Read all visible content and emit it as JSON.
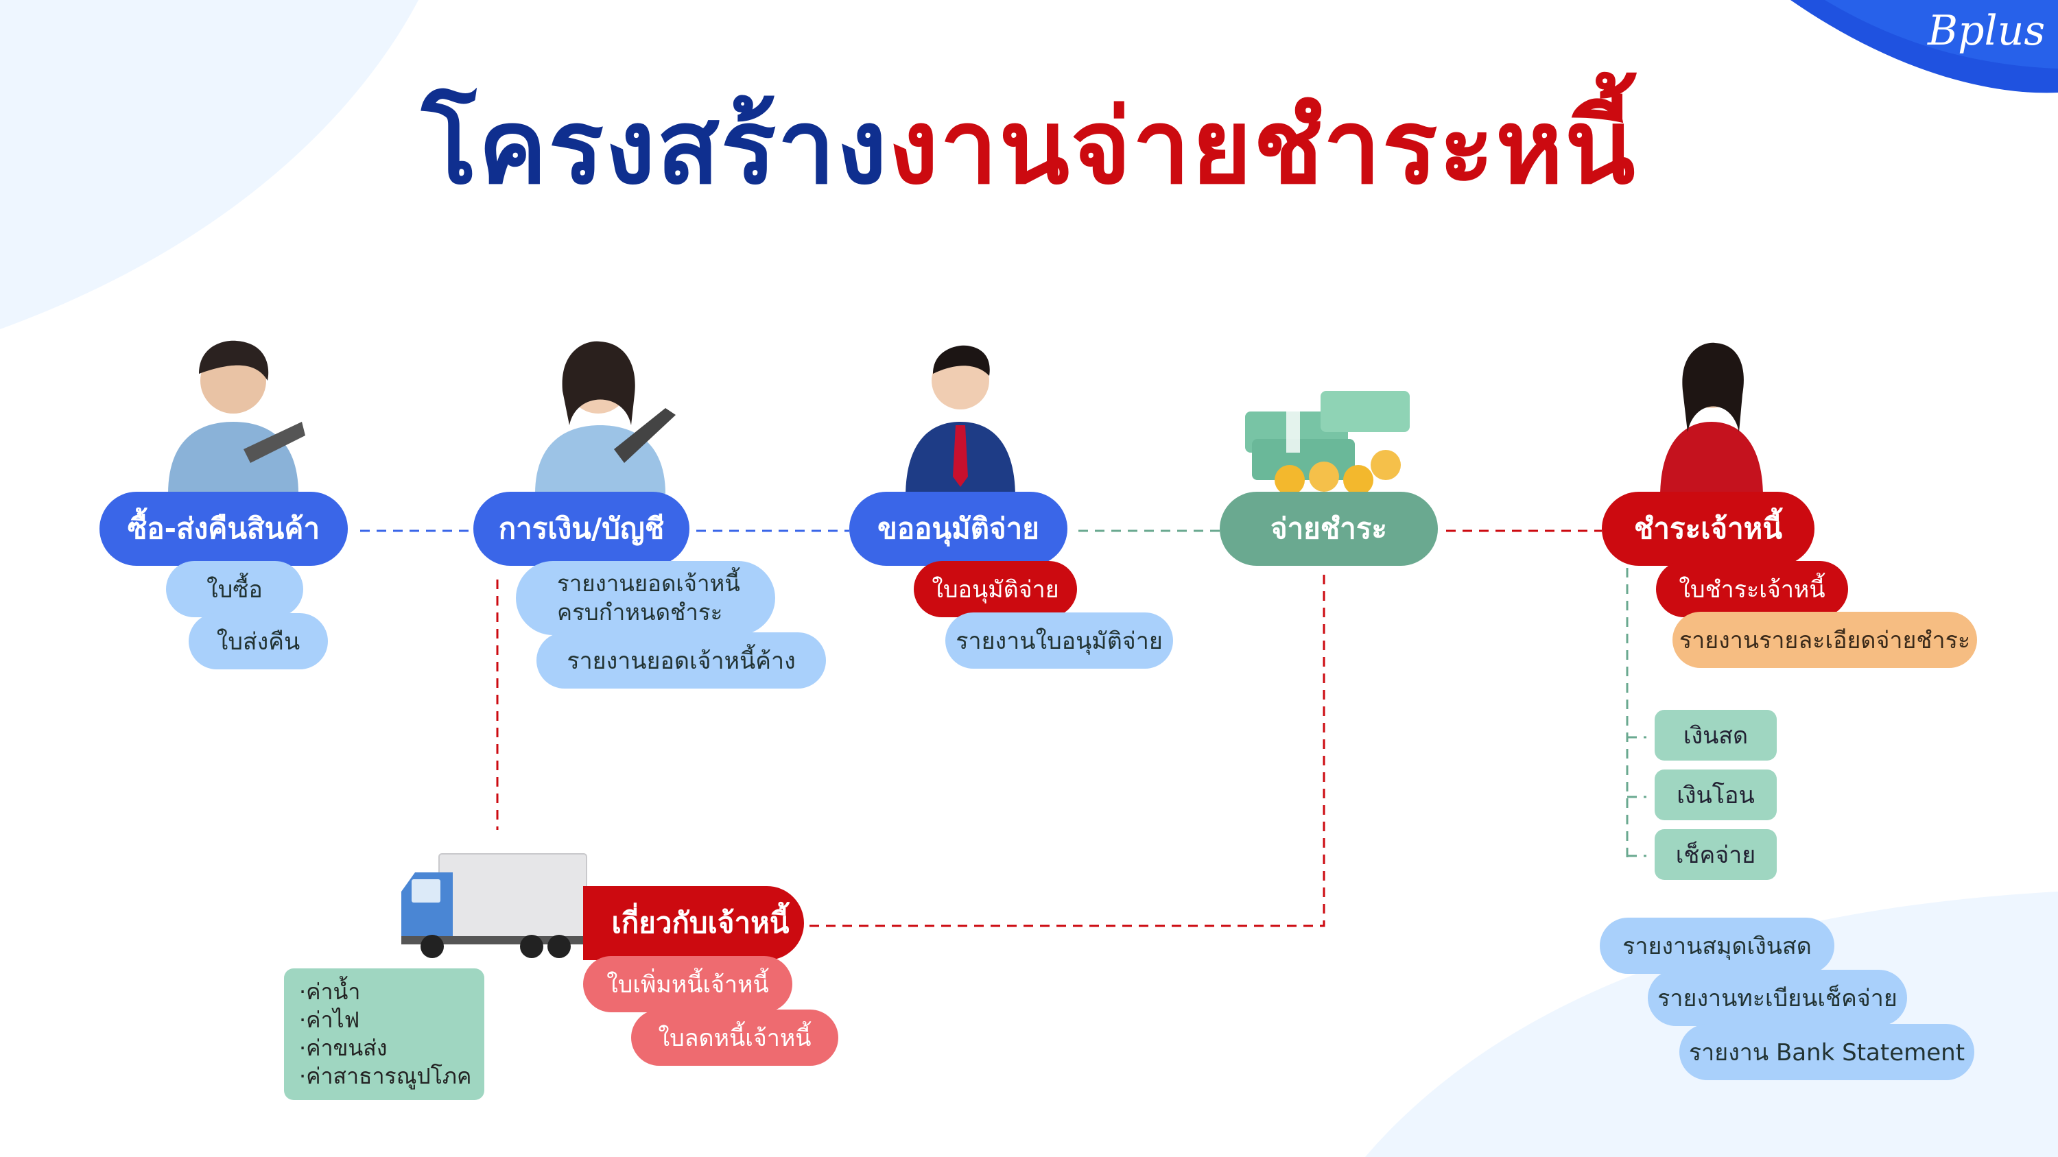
{
  "brand": {
    "logo_text": "Bplus"
  },
  "title": {
    "part1": "โครงสร้าง",
    "part2": "งานจ่ายชำระหนี้",
    "color1": "#0f2f8f",
    "color2": "#cc0a10"
  },
  "nodes": {
    "purchase": {
      "label": "ซื้อ-ส่งคืนสินค้า",
      "subs": [
        "ใบซื้อ",
        "ใบส่งคืน"
      ]
    },
    "finance": {
      "label": "การเงิน/บัญชี",
      "subs": [
        "รายงานยอดเจ้าหนี้\nครบกำหนดชำระ",
        "รายงานยอดเจ้าหนี้ค้าง"
      ]
    },
    "approval": {
      "label": "ขออนุมัติจ่าย",
      "subs": [
        "ใบอนุมัติจ่าย",
        "รายงานใบอนุมัติจ่าย"
      ]
    },
    "payment": {
      "label": "จ่ายชำระ"
    },
    "settle": {
      "label": "ชำระเจ้าหนี้",
      "subs": [
        "ใบชำระเจ้าหนี้",
        "รายงานรายละเอียดจ่ายชำระ"
      ],
      "methods": [
        "เงินสด",
        "เงินโอน",
        "เช็คจ่าย"
      ],
      "reports": [
        "รายงานสมุดเงินสด",
        "รายงานทะเบียนเช็คจ่าย",
        "รายงาน Bank Statement"
      ]
    },
    "creditor": {
      "label": "เกี่ยวกับเจ้าหนี้",
      "subs": [
        "ใบเพิ่มหนี้เจ้าหนี้",
        "ใบลดหนี้เจ้าหนี้"
      ],
      "expenses": [
        "·ค่าน้ำ",
        "·ค่าไฟ",
        "·ค่าขนส่ง",
        "·ค่าสาธารณูปโภค"
      ]
    }
  },
  "colors": {
    "blue": "#3a66e8",
    "red": "#cc0a10",
    "green": "#6aa990",
    "light_blue": "#a9d0fb",
    "mint": "#9fd6c1",
    "orange": "#f6bd82",
    "pink": "#ee6b70"
  },
  "icons": [
    "person-with-laptop-icon",
    "woman-with-laptop-icon",
    "businessman-icon",
    "money-stack-icon",
    "businesswoman-icon",
    "delivery-truck-icon"
  ]
}
